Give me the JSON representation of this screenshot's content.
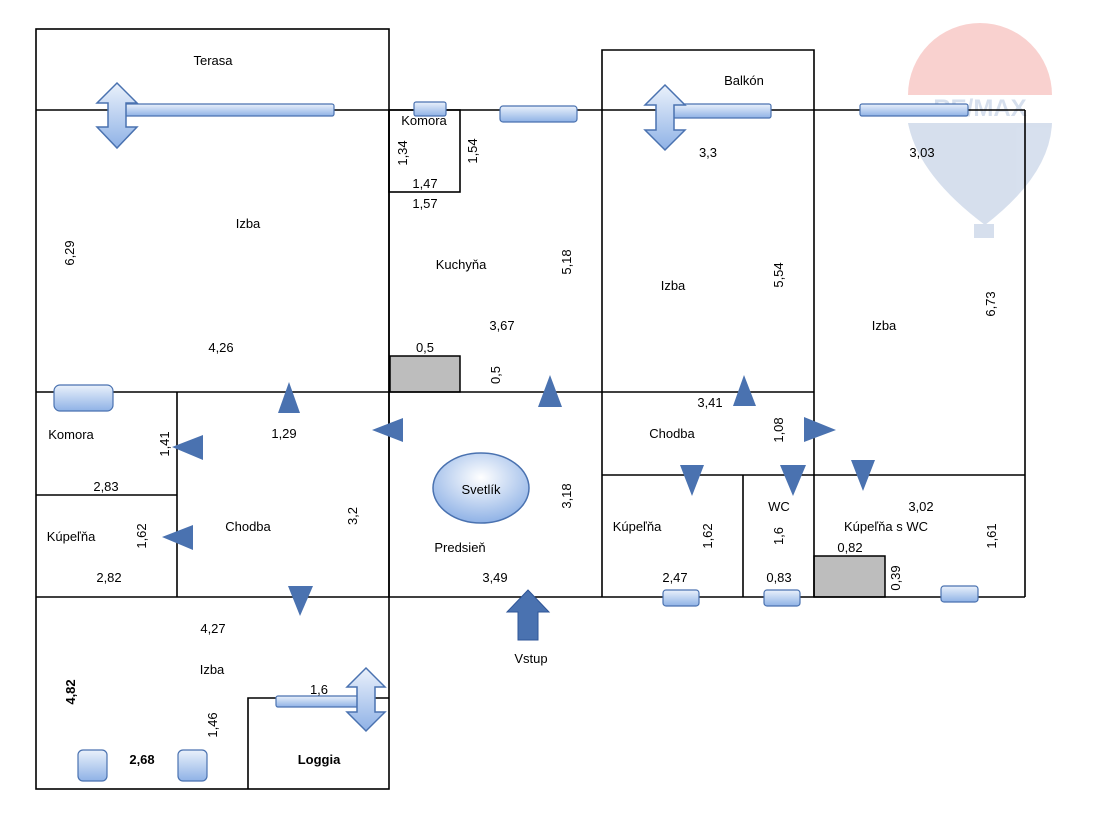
{
  "logo": {
    "text": "RE/MAX"
  },
  "rooms": {
    "terasa": "Terasa",
    "komora_top": "Komora",
    "balkon": "Balkón",
    "izba_left": "Izba",
    "kuchyna": "Kuchyňa",
    "izba_middle": "Izba",
    "izba_right": "Izba",
    "komora_left": "Komora",
    "kupelna_left": "Kúpeľňa",
    "chodba_left": "Chodba",
    "svetlik": "Svetlík",
    "predsien": "Predsieň",
    "chodba_right": "Chodba",
    "kupelna_right": "Kúpeľňa",
    "wc": "WC",
    "kupelna_wc": "Kúpeľňa s WC",
    "izba_bottom": "Izba",
    "loggia": "Loggia",
    "vstup": "Vstup"
  },
  "dimensions": {
    "d_1_34": "1,34",
    "d_1_54": "1,54",
    "d_1_47": "1,47",
    "d_1_57": "1,57",
    "d_3_3": "3,3",
    "d_3_03": "3,03",
    "d_6_29": "6,29",
    "d_5_18": "5,18",
    "d_5_54": "5,54",
    "d_6_73": "6,73",
    "d_3_67": "3,67",
    "d_4_26": "4,26",
    "d_0_5_a": "0,5",
    "d_0_5_b": "0,5",
    "d_3_41": "3,41",
    "d_1_41": "1,41",
    "d_1_29": "1,29",
    "d_1_08": "1,08",
    "d_2_83": "2,83",
    "d_3_18": "3,18",
    "d_3_02": "3,02",
    "d_1_62_a": "1,62",
    "d_3_2": "3,2",
    "d_1_62_b": "1,62",
    "d_1_6_a": "1,6",
    "d_0_82": "0,82",
    "d_1_61": "1,61",
    "d_2_82": "2,82",
    "d_3_49": "3,49",
    "d_2_47": "2,47",
    "d_0_83": "0,83",
    "d_0_39": "0,39",
    "d_4_27": "4,27",
    "d_4_82": "4,82",
    "d_1_6_b": "1,6",
    "d_1_46": "1,46",
    "d_2_68": "2,68"
  },
  "colors": {
    "wall": "#000000",
    "arrow": "#4a72b0",
    "window_light": "#dde8f8",
    "window_dark": "#7ea6e0",
    "shaft": "#bdbdbd",
    "logo": "#e6332a"
  }
}
